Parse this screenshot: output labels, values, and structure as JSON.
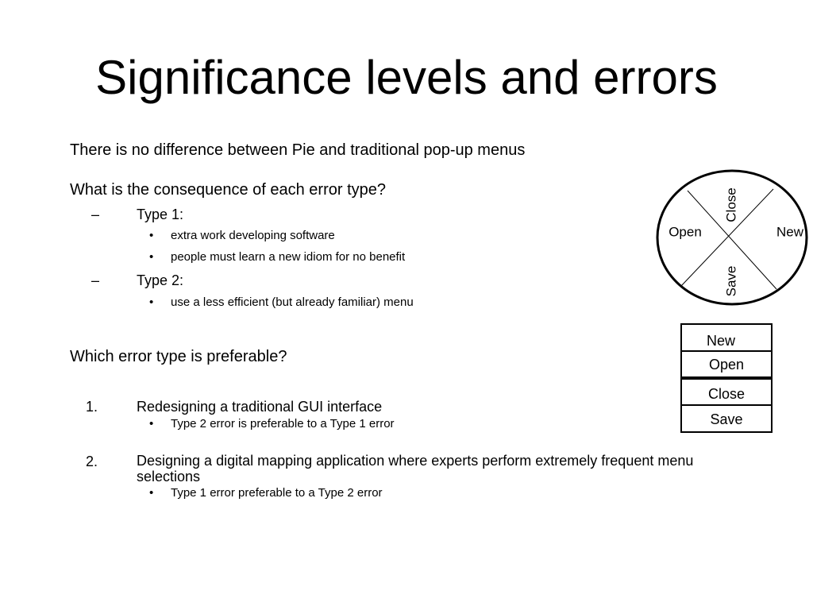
{
  "slide": {
    "title": "Significance levels and errors",
    "hypothesis": "There is no difference between Pie and traditional pop-up menus",
    "question1": "What is the consequence of each error type?",
    "type1": {
      "marker": "–",
      "label": "Type 1:",
      "bullets": [
        "extra work developing software",
        "people must learn a new idiom for no benefit"
      ]
    },
    "type2": {
      "marker": "–",
      "label": "Type 2:",
      "bullets": [
        "use a less efficient (but already familiar) menu"
      ]
    },
    "question2": "Which error type is preferable?",
    "cases": [
      {
        "number": "1.",
        "text": "Redesigning a traditional GUI interface",
        "bullet": "Type 2 error is preferable to a Type 1 error"
      },
      {
        "number": "2.",
        "text": "Designing a digital mapping application where experts perform extremely frequent menu selections",
        "bullet": "Type 1 error preferable to a Type 2 error"
      }
    ],
    "bullet_char": "•"
  },
  "pie_menu": {
    "items": [
      "Close",
      "New",
      "Save",
      "Open"
    ]
  },
  "popup_menu": {
    "items": [
      "New",
      "Open",
      "Close",
      "Save"
    ]
  }
}
